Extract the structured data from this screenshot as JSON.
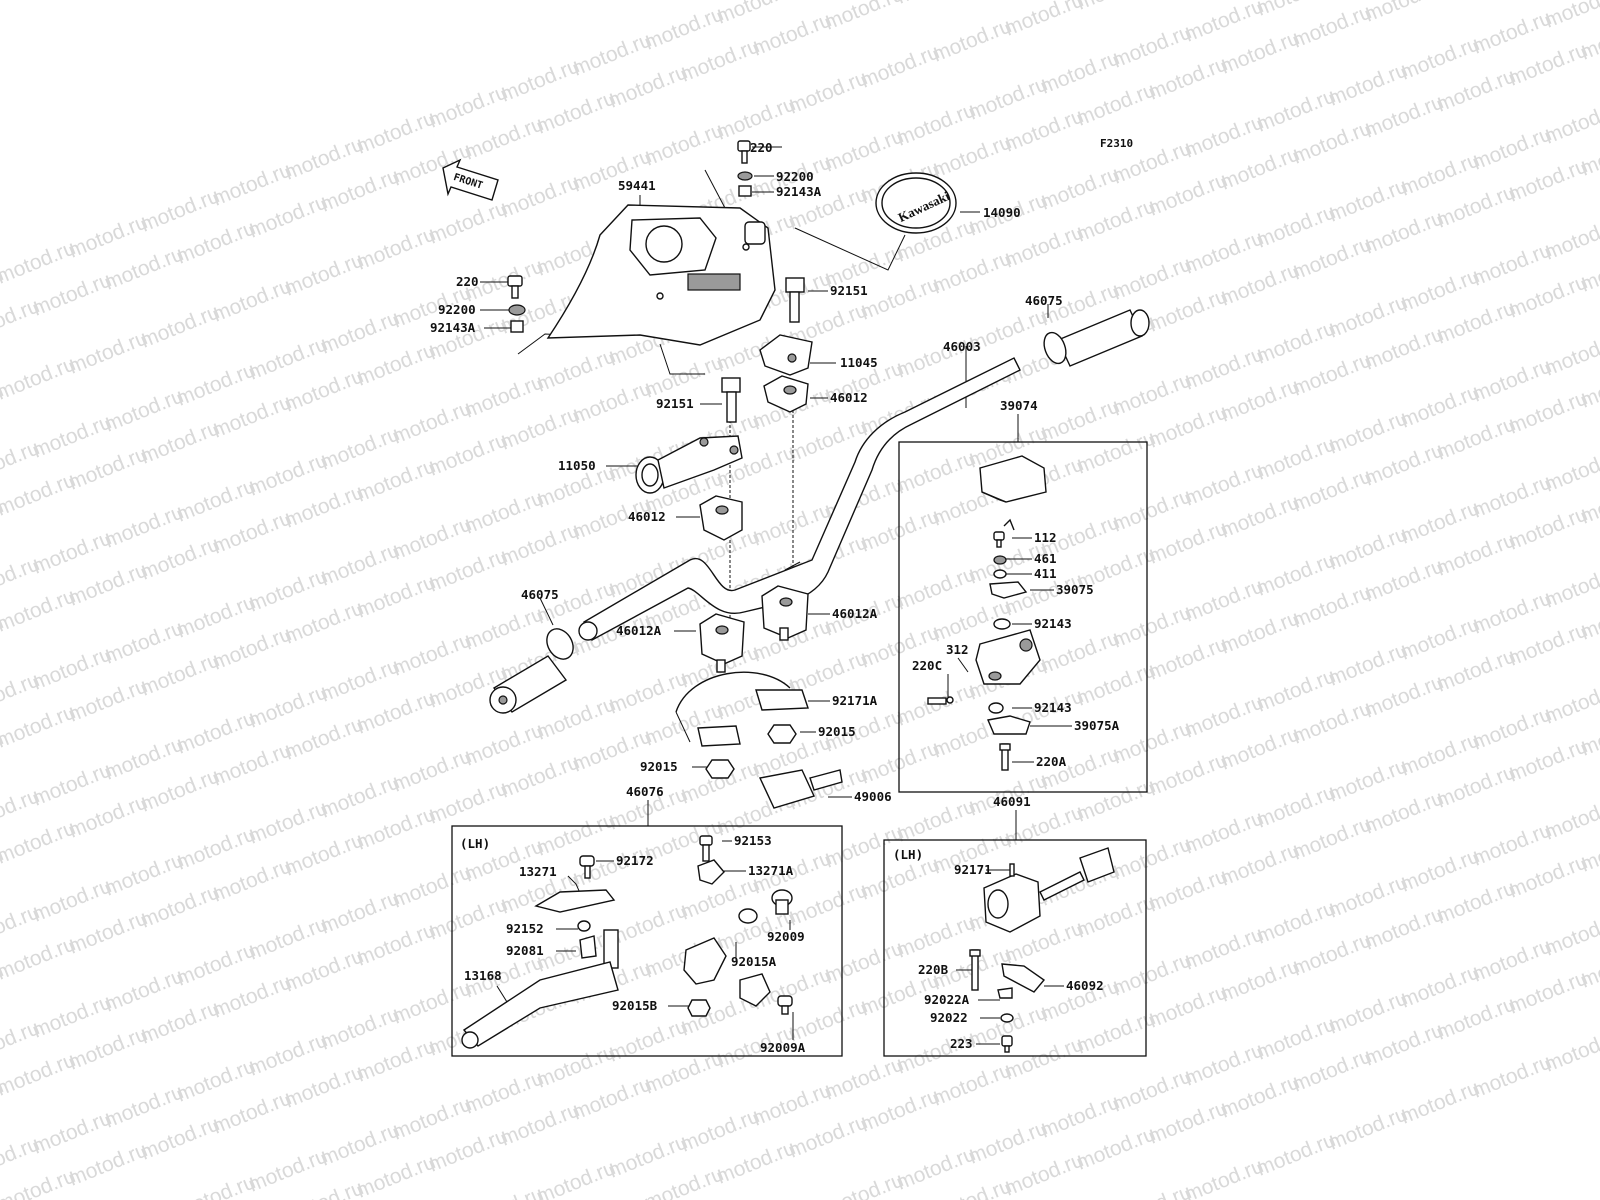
{
  "diagram": {
    "figure_code": "F2310",
    "watermark": "motod.ru",
    "front_label": "FRONT",
    "logo_text": "Kawasaki",
    "lh_tag": "(LH)",
    "labels": [
      {
        "id": "p220a",
        "text": "220"
      },
      {
        "id": "p92200a",
        "text": "92200"
      },
      {
        "id": "p92143Aa",
        "text": "92143A"
      },
      {
        "id": "p14090",
        "text": "14090"
      },
      {
        "id": "p59441",
        "text": "59441"
      },
      {
        "id": "p220b",
        "text": "220"
      },
      {
        "id": "p92200b",
        "text": "92200"
      },
      {
        "id": "p92143Ab",
        "text": "92143A"
      },
      {
        "id": "p92151a",
        "text": "92151"
      },
      {
        "id": "p11045",
        "text": "11045"
      },
      {
        "id": "p46012a",
        "text": "46012"
      },
      {
        "id": "p92151b",
        "text": "92151"
      },
      {
        "id": "p11050",
        "text": "11050"
      },
      {
        "id": "p46012b",
        "text": "46012"
      },
      {
        "id": "p46075a",
        "text": "46075"
      },
      {
        "id": "p46003",
        "text": "46003"
      },
      {
        "id": "p46075b",
        "text": "46075"
      },
      {
        "id": "p46012Aa",
        "text": "46012A"
      },
      {
        "id": "p46012Ab",
        "text": "46012A"
      },
      {
        "id": "p92171A",
        "text": "92171A"
      },
      {
        "id": "p92015a",
        "text": "92015"
      },
      {
        "id": "p92015b",
        "text": "92015"
      },
      {
        "id": "p49006",
        "text": "49006"
      },
      {
        "id": "p46076",
        "text": "46076"
      },
      {
        "id": "p39074",
        "text": "39074"
      },
      {
        "id": "p112",
        "text": "112"
      },
      {
        "id": "p461",
        "text": "461"
      },
      {
        "id": "p411",
        "text": "411"
      },
      {
        "id": "p39075",
        "text": "39075"
      },
      {
        "id": "p92143a",
        "text": "92143"
      },
      {
        "id": "p312",
        "text": "312"
      },
      {
        "id": "p220C",
        "text": "220C"
      },
      {
        "id": "p92143b",
        "text": "92143"
      },
      {
        "id": "p39075A",
        "text": "39075A"
      },
      {
        "id": "p220A",
        "text": "220A"
      },
      {
        "id": "p46091",
        "text": "46091"
      },
      {
        "id": "p92153",
        "text": "92153"
      },
      {
        "id": "p92172",
        "text": "92172"
      },
      {
        "id": "p13271",
        "text": "13271"
      },
      {
        "id": "p13271A",
        "text": "13271A"
      },
      {
        "id": "p92152",
        "text": "92152"
      },
      {
        "id": "p92009",
        "text": "92009"
      },
      {
        "id": "p92081",
        "text": "92081"
      },
      {
        "id": "p92015A",
        "text": "92015A"
      },
      {
        "id": "p13168",
        "text": "13168"
      },
      {
        "id": "p92015B",
        "text": "92015B"
      },
      {
        "id": "p92009A",
        "text": "92009A"
      },
      {
        "id": "p92171",
        "text": "92171"
      },
      {
        "id": "p220B",
        "text": "220B"
      },
      {
        "id": "p46092",
        "text": "46092"
      },
      {
        "id": "p92022A",
        "text": "92022A"
      },
      {
        "id": "p92022",
        "text": "92022"
      },
      {
        "id": "p223",
        "text": "223"
      }
    ]
  }
}
